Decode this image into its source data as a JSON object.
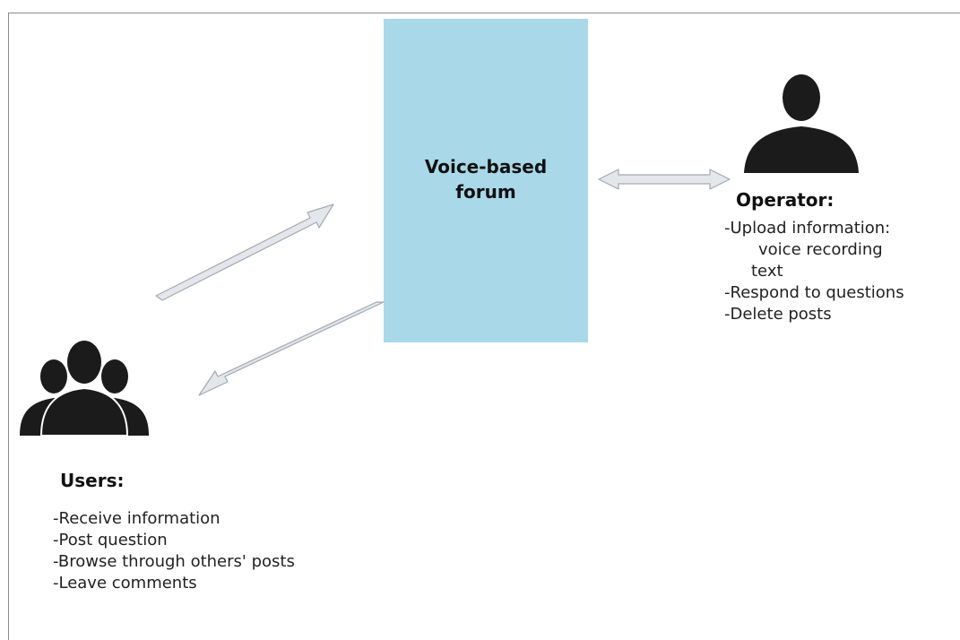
{
  "forum": {
    "title_line1": "Voice-based",
    "title_line2": "forum"
  },
  "users": {
    "heading": "Users:",
    "items": [
      "-Receive information",
      "-Post question",
      "-Browse through others' posts",
      "-Leave comments"
    ]
  },
  "operator": {
    "heading": "Operator:",
    "items": [
      "-Upload information:",
      "voice recording",
      "text",
      "-Respond to questions",
      "-Delete posts"
    ]
  },
  "colors": {
    "forum_box": "#a9d8e8",
    "arrow_fill": "#e3e6ea",
    "arrow_stroke": "#a4aab2",
    "icon": "#1b1b1b"
  },
  "icons": {
    "users": "users-group-icon",
    "operator": "person-icon"
  }
}
